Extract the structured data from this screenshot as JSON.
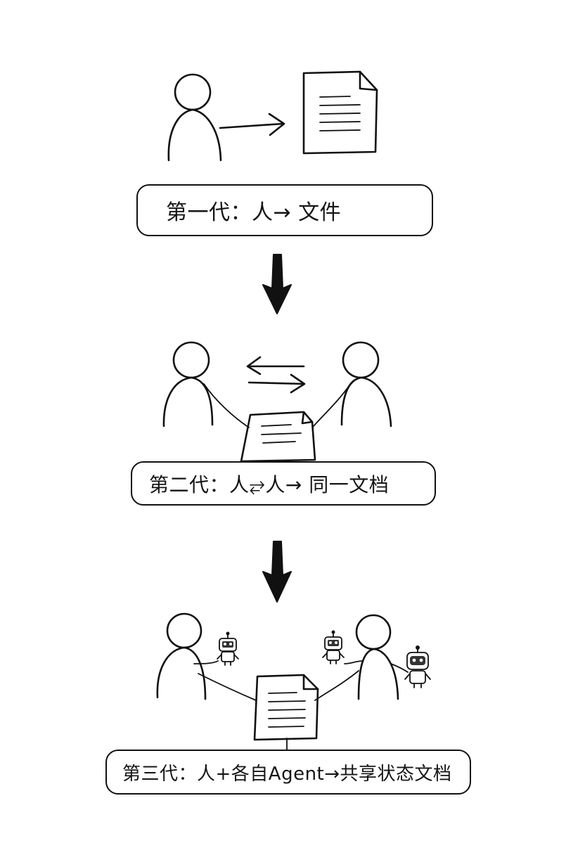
{
  "stages": [
    {
      "label": "第一代：人→ 文件"
    },
    {
      "label": "第二代：人⥂人→ 同一文档"
    },
    {
      "label": "第三代：人+各自Agent→共享状态文档"
    }
  ]
}
